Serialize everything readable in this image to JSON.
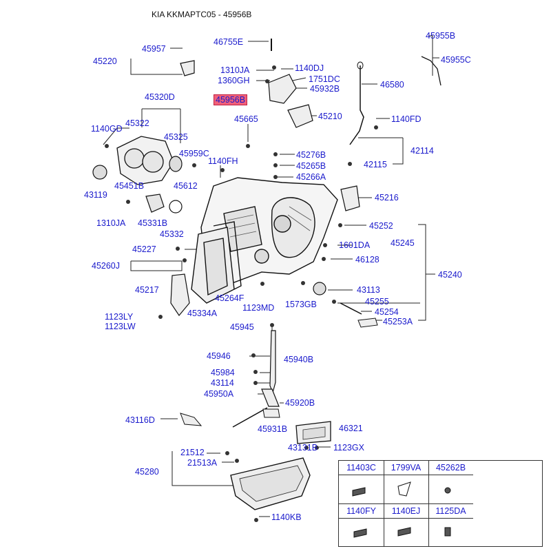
{
  "title": "KIA KKMAPTC05 - 45956B",
  "highlight_color": "#f0607a",
  "label_color": "#1a1acc",
  "labels": [
    "46755E",
    "45957",
    "45220",
    "45955B",
    "45955C",
    "1310JA",
    "1140DJ",
    "1751DC",
    "1360GH",
    "45932B",
    "46580",
    "45956B",
    "45210",
    "45320D",
    "1140FD",
    "45665",
    "45322",
    "45325",
    "1140GD",
    "45959C",
    "42114",
    "45276B",
    "45265B",
    "42115",
    "1140FH",
    "43119",
    "45451B",
    "45612",
    "45266A",
    "45216",
    "1310JA",
    "45331B",
    "45332",
    "45252",
    "1601DA",
    "45245",
    "45227",
    "46128",
    "45260J",
    "45240",
    "43113",
    "45217",
    "45264F",
    "1123MD",
    "1573GB",
    "45255",
    "45254",
    "45253A",
    "1123LY",
    "1123LW",
    "45334A",
    "45945",
    "45946",
    "45940B",
    "45984",
    "43114",
    "45950A",
    "45920B",
    "43116D",
    "45931B",
    "46321",
    "43131B",
    "1123GX",
    "21512",
    "21513A",
    "45280",
    "1140KB"
  ],
  "parts_table": {
    "cells": [
      "11403C",
      "1799VA",
      "45262B",
      "1140FY",
      "1140EJ",
      "1125DA"
    ]
  }
}
